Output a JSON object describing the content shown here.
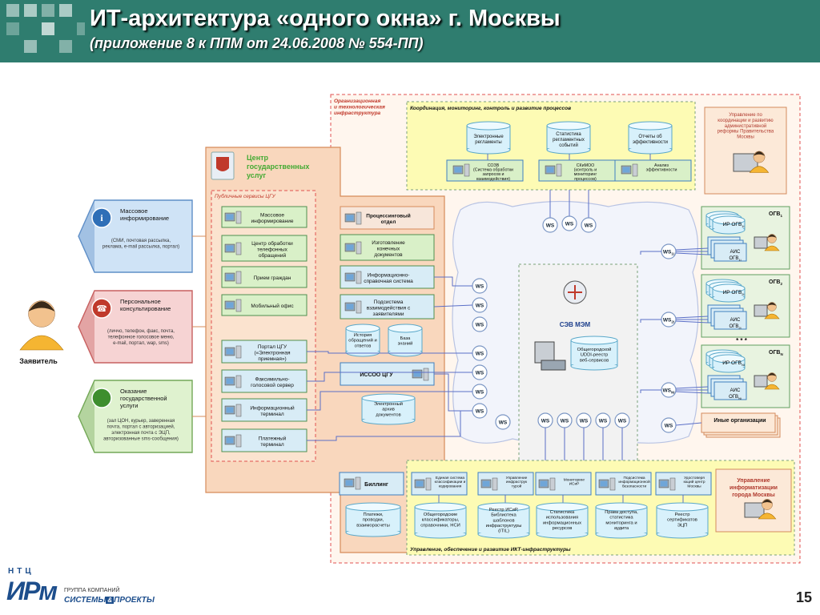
{
  "header": {
    "title": "ИТ-архитектура «одного окна» г. Москвы",
    "subtitle": "(приложение 8 к ППМ от 24.06.2008 № 554-ПП)"
  },
  "colors": {
    "header_bg": "#2f7d6f",
    "orange_bg": "#f9d7bd",
    "yellow_bg": "#fdfbb4",
    "gray_bg": "#ececec"
  },
  "applicant": {
    "label": "Заявитель"
  },
  "channels": [
    {
      "title_lines": [
        "Массовое",
        "информирование"
      ],
      "desc_lines": [
        "(СМИ, почтовая рассылка,",
        "реклама, e-mail рассылка, портал)"
      ],
      "icon": "info-icon"
    },
    {
      "title_lines": [
        "Персональное",
        "консультирование"
      ],
      "desc_lines": [
        "(личчо, телефон, факс, почта,",
        "телефонное голосовое меню,",
        "e-mail, портал, wap, sms)"
      ],
      "icon": "phone-icon"
    },
    {
      "title_lines": [
        "Оказание",
        "государственной",
        "услуги"
      ],
      "desc_lines": [
        "(зал ЦОН, курьер, заверенная",
        "почта, портал с авторизацией,",
        "электронная почта с ЭЦП,",
        "авторизованные sms-сообщения)"
      ],
      "icon": "globe-icon"
    }
  ],
  "center": {
    "title_lines": [
      "Центр",
      "государственных",
      "услуг"
    ],
    "public_label": "Публичные сервисы ЦГУ",
    "public_services": [
      {
        "lines": [
          "Массовое",
          "информирование"
        ]
      },
      {
        "lines": [
          "Центр обработки",
          "телефонных",
          "обращений"
        ]
      },
      {
        "lines": [
          "Прием граждан"
        ]
      },
      {
        "lines": [
          "Мобильный офис"
        ]
      },
      {
        "lines": [
          "Портал ЦГУ",
          "(«Электронная",
          "приемная»)"
        ]
      },
      {
        "lines": [
          "Факсимильно-",
          "голосовой сервер"
        ]
      },
      {
        "lines": [
          "Информационный",
          "терминал"
        ]
      },
      {
        "lines": [
          "Платежный",
          "терминал"
        ]
      }
    ],
    "processing": {
      "lines": [
        "Процессинговый",
        "отдел"
      ]
    },
    "docs": {
      "lines": [
        "Изготовление",
        "конечных",
        "документов"
      ]
    },
    "info_system": {
      "lines": [
        "Информационно-",
        "справочная система"
      ]
    },
    "interaction": {
      "lines": [
        "Подсистема",
        "взаимодействия с",
        "заявителями"
      ]
    },
    "history_db": {
      "lines": [
        "История",
        "обращений и",
        "ответов"
      ]
    },
    "knowledge_db": {
      "lines": [
        "База",
        "знаний"
      ]
    },
    "issoo": {
      "lines": [
        "ИССОО ЦГУ"
      ]
    },
    "archive_db": {
      "lines": [
        "Электронный",
        "архив",
        "документов"
      ]
    },
    "billing": {
      "lines": [
        "Биллинг"
      ]
    },
    "payments_db": {
      "lines": [
        "Платежи,",
        "проводки,",
        "взаиморасчеты"
      ]
    }
  },
  "org_infra": {
    "lines": [
      "Организационная",
      "и технологическая",
      "инфраструктура"
    ]
  },
  "coordination": {
    "title": "Координация, мониторинг, контроль и развитие процессов",
    "dbs": [
      {
        "lines": [
          "Электронные",
          "регламенты"
        ]
      },
      {
        "lines": [
          "Статистика",
          "регламентных",
          "событий"
        ]
      },
      {
        "lines": [
          "Отчеты об",
          "эффективности"
        ]
      }
    ],
    "systems": [
      {
        "lines": [
          "СОЗВ",
          "(Система обработки",
          "запросов и",
          "взаимодействия)"
        ]
      },
      {
        "lines": [
          "СКиМОО",
          "(контроль и",
          "мониторинг",
          "процессов)"
        ]
      },
      {
        "lines": [
          "Анализ",
          "эффективности"
        ]
      }
    ],
    "admin": {
      "lines": [
        "Управление по",
        "координации и развитию",
        "административной",
        "реформы Правительства",
        "Москвы"
      ]
    }
  },
  "sev": {
    "title": "СЭВ МЭМ",
    "registry_lines": [
      "Общегородской",
      "UDDI-реестр",
      "веб-сервисов"
    ]
  },
  "ws_label": "WS",
  "ogv": [
    {
      "label": "ОГВ",
      "sub": "1",
      "ir": "ИР ОГВ",
      "ir_sub": "1i",
      "ais": "АИС",
      "ais2": "ОГВ",
      "ais_sub": "1i",
      "ws_sub": "1i"
    },
    {
      "label": "ОГВ",
      "sub": "2",
      "ir": "ИР ОГВ",
      "ir_sub": "2i",
      "ais": "АИС",
      "ais2": "ОГВ",
      "ais_sub": "2i",
      "ws_sub": "2i"
    },
    {
      "label": "ОГВ",
      "sub": "N",
      "ir": "ИР ОГВ",
      "ir_sub": "Ni",
      "ais": "АИС",
      "ais2": "ОГВ",
      "ais_sub": "Ni",
      "ws_sub": "Ni"
    }
  ],
  "ellipsis": "* * *",
  "other_orgs": "Иные организации",
  "infra": {
    "title": "Управление, обеспечение и развитие ИКТ-инфраструктуры",
    "systems": [
      {
        "lines": [
          "Единая система",
          "классификации и",
          "кодирования"
        ]
      },
      {
        "lines": [
          "Управление",
          "инфраструк",
          "турой"
        ]
      },
      {
        "lines": [
          "Мониторинг",
          "ИСиР"
        ]
      },
      {
        "lines": [
          "Подсистема",
          "информационной",
          "безопасности"
        ]
      },
      {
        "lines": [
          "Удостоверя",
          "ющий центр",
          "Москвы"
        ]
      }
    ],
    "dbs": [
      {
        "lines": [
          "Общегородские",
          "классификаторы,",
          "справочники, НСИ"
        ]
      },
      {
        "lines": [
          "Реестр ИСиР,",
          "Библиотека",
          "шаблонов",
          "инфраструктуры",
          "(ITIL)"
        ]
      },
      {
        "lines": [
          "Статистика",
          "использования",
          "информационных",
          "ресурсов"
        ]
      },
      {
        "lines": [
          "Права доступа,",
          "статистика",
          "мониторинга и",
          "аудита"
        ]
      },
      {
        "lines": [
          "Реестр",
          "сертификатов",
          "ЭЦП"
        ]
      }
    ],
    "admin": {
      "lines": [
        "Управление",
        "информатизации",
        "города Москвы"
      ]
    }
  },
  "footer": {
    "ntc": "НТЦ",
    "logo": "ИРм",
    "group": "ГРУППА КОМПАНИЙ",
    "brand1": "СИСТЕМЫ",
    "brand_mid": "&",
    "brand2": "ПРОЕКТЫ",
    "page_number": "15"
  }
}
